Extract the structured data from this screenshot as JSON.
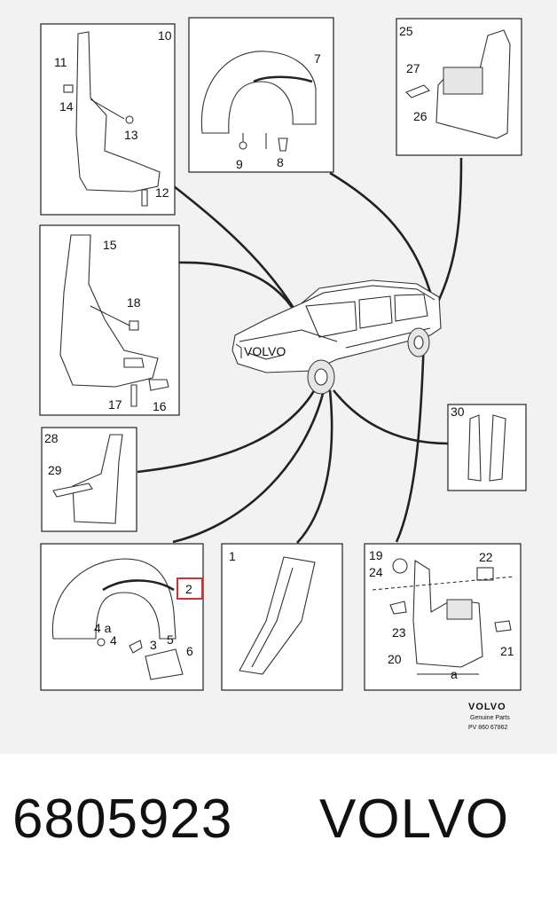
{
  "diagram": {
    "callouts": {
      "c1": "1",
      "c2": "2",
      "c3": "3",
      "c4": "4",
      "c4a": "4 a",
      "c5": "5",
      "c6": "6",
      "c7": "7",
      "c8": "8",
      "c9": "9",
      "c10": "10",
      "c11": "11",
      "c12": "12",
      "c13": "13",
      "c14": "14",
      "c15": "15",
      "c16": "16",
      "c17": "17",
      "c18": "18",
      "c19": "19",
      "c20": "20",
      "c21": "21",
      "c22": "22",
      "c23": "23",
      "c24": "24",
      "c25": "25",
      "c26": "26",
      "c27": "27",
      "c28": "28",
      "c29": "29",
      "c30": "30",
      "dim_a": "a"
    },
    "highlighted_callout": "2",
    "highlight_color": "#d32f2f",
    "brand_block": {
      "logo": "VOLVO",
      "subtitle": "Genuine Parts",
      "code": "PV 860 67862"
    }
  },
  "footer": {
    "part_number": "6805923",
    "brand": "VOLVO"
  }
}
